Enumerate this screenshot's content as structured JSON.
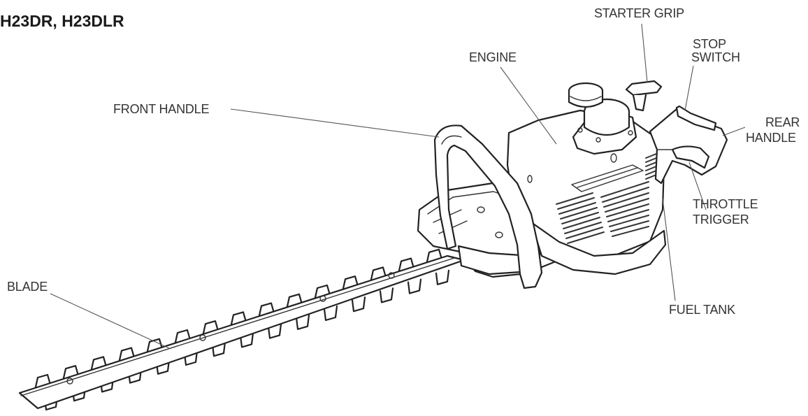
{
  "title": "H23DR, H23DLR",
  "labels": {
    "starter_grip": "STARTER GRIP",
    "stop_switch_1": "STOP",
    "stop_switch_2": "SWITCH",
    "engine": "ENGINE",
    "front_handle": "FRONT HANDLE",
    "rear_handle_1": "REAR",
    "rear_handle_2": "HANDLE",
    "throttle_trigger_1": "THROTTLE",
    "throttle_trigger_2": "TRIGGER",
    "blade": "BLADE",
    "fuel_tank": "FUEL TANK"
  }
}
